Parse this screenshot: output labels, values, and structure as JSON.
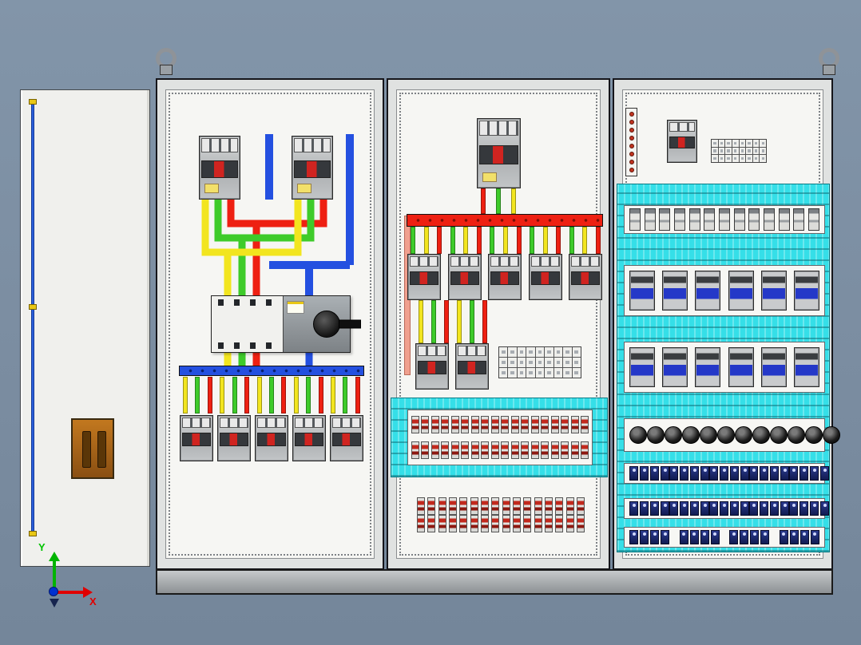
{
  "axis": {
    "x_label": "X",
    "y_label": "Y",
    "x_color": "#e00000",
    "y_color": "#00b400",
    "origin_color": "#0030d0"
  },
  "palette": {
    "background": "#7b8da1",
    "plate": "#f6f6f3",
    "cyan_duct": "#35dfe8",
    "busbar_yellow": "#f2e51f",
    "busbar_green": "#3ecb2a",
    "busbar_red": "#ee2012",
    "busbar_blue": "#2450e0",
    "breaker_body": "#b2b5b7",
    "navy_block": "#1b2a70",
    "door_handle_brown": "#b06a1e",
    "plinth": "#9aa0a4"
  },
  "panel1": {
    "top_mccb_count": 2,
    "wire_bundle": {
      "count": 15,
      "colors": [
        "#f2e51f",
        "#3ecb2a",
        "#ee2012"
      ]
    },
    "bottom_breakers": {
      "count": 5
    }
  },
  "panel2": {
    "incoming_drops": {
      "count": 3,
      "colors": [
        "#ee2012",
        "#3ecb2a",
        "#f2e51f"
      ]
    },
    "feeder_stubs": {
      "count": 15,
      "colors": [
        "#3ecb2a",
        "#f2e51f",
        "#ee2012"
      ]
    },
    "feeder_breakers": {
      "count": 5
    },
    "sub_wires": {
      "count": 6,
      "colors": [
        "#f2e51f",
        "#3ecb2a",
        "#ee2012"
      ]
    },
    "sub_breakers": {
      "count": 2
    },
    "terminal_grid": {
      "count": 27
    },
    "duct_terminal_rows": [
      {
        "count": 18
      },
      {
        "count": 18
      }
    ],
    "lower_terminal_rows": [
      {
        "count": 16
      },
      {
        "count": 16
      }
    ]
  },
  "panel3": {
    "marker_strip_dots": {
      "count": 8
    },
    "terminal_grid": {
      "count": 24
    },
    "mini_breakers": {
      "count": 13
    },
    "din_rows": [
      {
        "count": 6
      },
      {
        "count": 6
      }
    ],
    "meters": {
      "count": 12
    },
    "navy_rows": [
      {
        "count": 5,
        "inner": 4
      },
      {
        "count": 5,
        "inner": 4
      },
      {
        "count": 4,
        "inner": 4
      }
    ]
  }
}
